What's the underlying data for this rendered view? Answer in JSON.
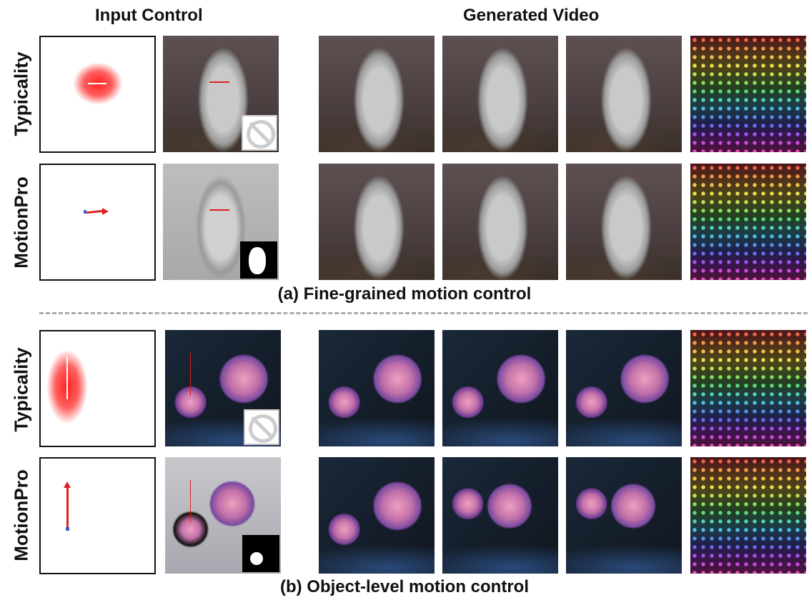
{
  "headers": {
    "input_control": "Input Control",
    "generated_video": "Generated Video"
  },
  "row_labels": {
    "typicality": "Typicality",
    "motionpro": "MotionPro"
  },
  "captions": {
    "a": "(a) Fine-grained motion control",
    "b": "(b) Object-level motion control"
  },
  "icons": [
    "no-entry-icon",
    "mask-icon",
    "arrow-icon"
  ],
  "colors": {
    "arrow": "#e02020",
    "start_point": "#3060d0"
  }
}
